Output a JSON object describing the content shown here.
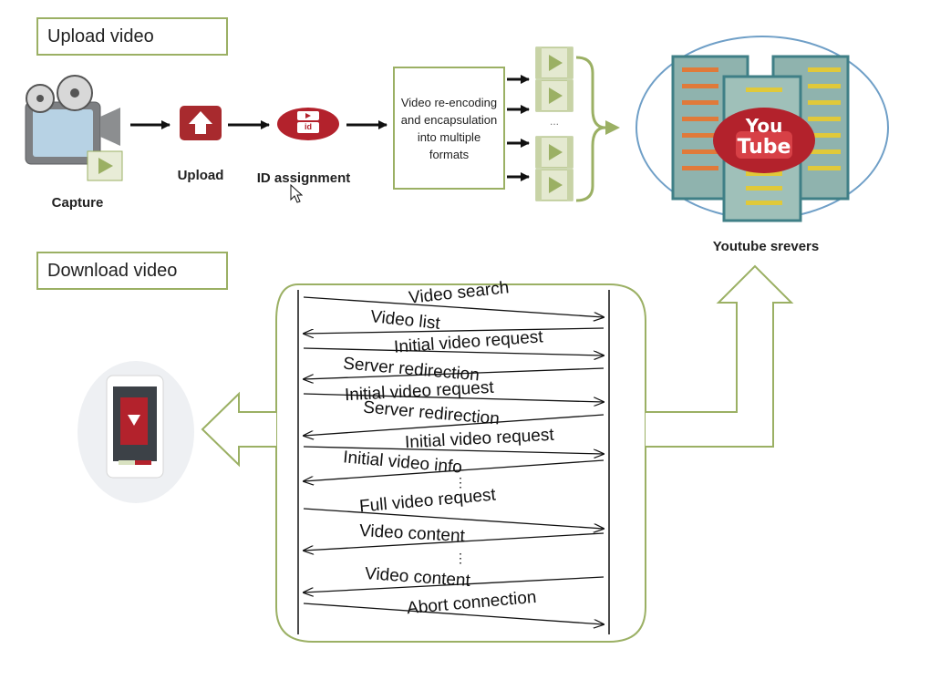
{
  "upload": {
    "section_title": "Upload video",
    "capture_label": "Capture",
    "upload_label": "Upload",
    "id_label": "ID assignment",
    "id_badge": "id",
    "reencoding_text": "Video re-encoding and encapsulation into multiple formats",
    "format_ellipsis": "...",
    "servers_label": "Youtube srevers",
    "logo_top": "You",
    "logo_bottom": "Tube"
  },
  "download": {
    "section_title": "Download video",
    "ellipsis": "⋮",
    "messages": [
      {
        "text": "Video search",
        "dir": "to-server"
      },
      {
        "text": "Video list",
        "dir": "to-client"
      },
      {
        "text": "Initial video request",
        "dir": "to-server"
      },
      {
        "text": "Server redirection",
        "dir": "to-client"
      },
      {
        "text": "Initial video request",
        "dir": "to-server"
      },
      {
        "text": "Server redirection",
        "dir": "to-client"
      },
      {
        "text": "Initial video request",
        "dir": "to-server"
      },
      {
        "text": "Initial video info",
        "dir": "to-client"
      },
      {
        "text": "Full video request",
        "dir": "to-server"
      },
      {
        "text": "Video content",
        "dir": "to-client"
      },
      {
        "text": "Video content",
        "dir": "to-client"
      },
      {
        "text": "Abort connection",
        "dir": "to-server"
      }
    ]
  },
  "colors": {
    "frame_green": "#9bb064",
    "youtube_red": "#b3222c",
    "server_teal": "#3f7f86",
    "ellipse_blue": "#6f9fc7"
  }
}
